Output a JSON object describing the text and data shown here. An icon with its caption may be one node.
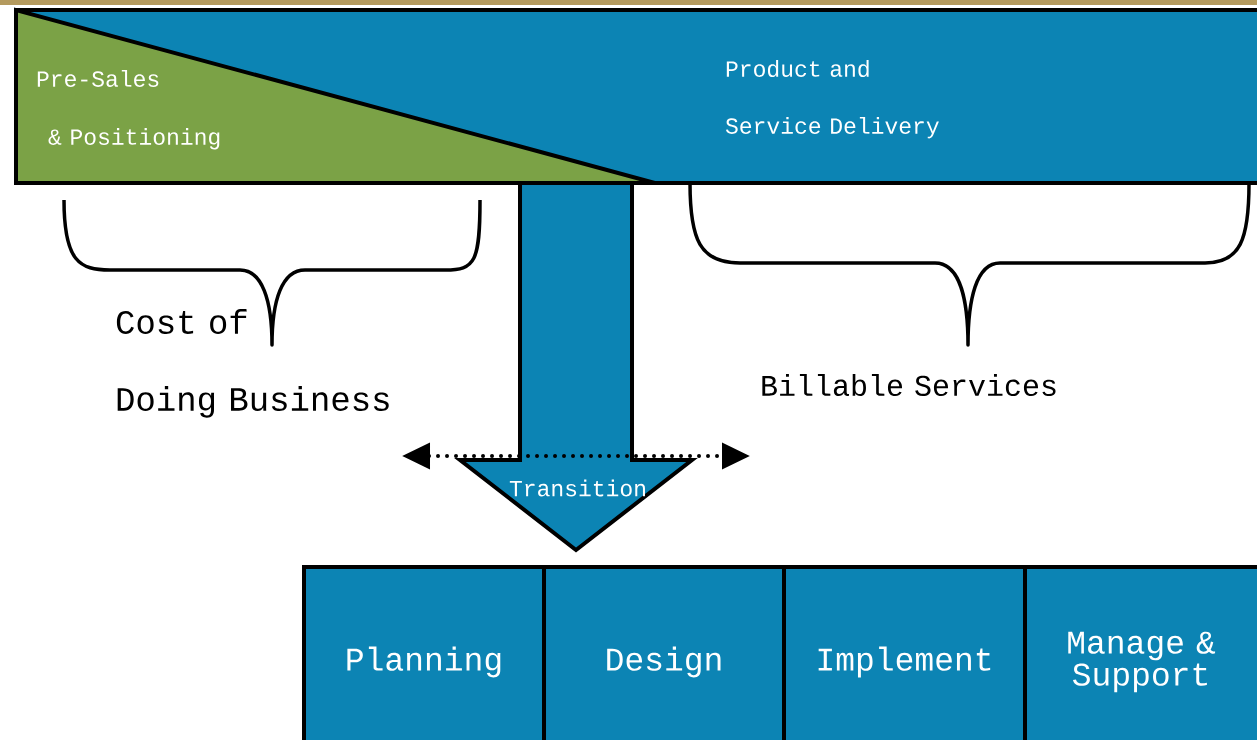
{
  "diagram": {
    "nodes": [
      {
        "text": [
          "Product and Service Delivery"
        ]
      },
      {
        "text": [
          "Pre-Sales & Positioning"
        ],
        "in": 0
      },
      {
        "text": [
          "Planning"
        ]
      },
      {
        "text": [
          "Design"
        ]
      },
      {
        "text": [
          "Implement"
        ]
      },
      {
        "text": [
          "Manage & Support"
        ]
      }
    ],
    "edges": [
      {
        "from": 1,
        "to": 3,
        "arrow": "to",
        "label": "Transition"
      }
    ],
    "labels": [
      "Cost of Doing Business",
      "Billable Services"
    ]
  }
}
